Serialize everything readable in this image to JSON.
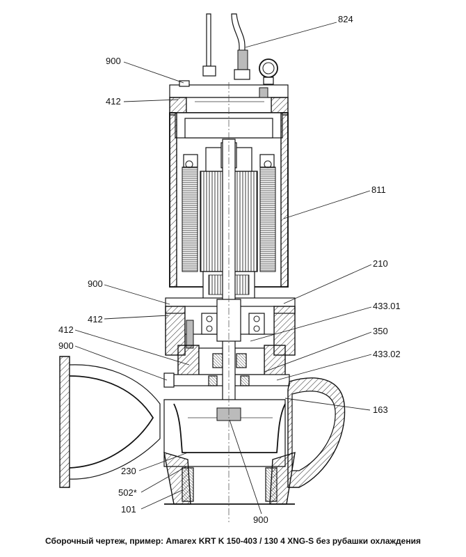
{
  "labels": {
    "l824": "824",
    "l900a": "900",
    "l412a": "412",
    "l811": "811",
    "l210": "210",
    "l900b": "900",
    "l412b": "412",
    "l43301": "433.01",
    "l412c": "412",
    "l350": "350",
    "l900c": "900",
    "l43302": "433.02",
    "l163": "163",
    "l230": "230",
    "l502": "502*",
    "l101": "101",
    "l900d": "900"
  },
  "caption": "Сборочный чертеж, пример: Amarex KRT K 150-403 / 130 4 XNG-S без рубашки охлаждения"
}
